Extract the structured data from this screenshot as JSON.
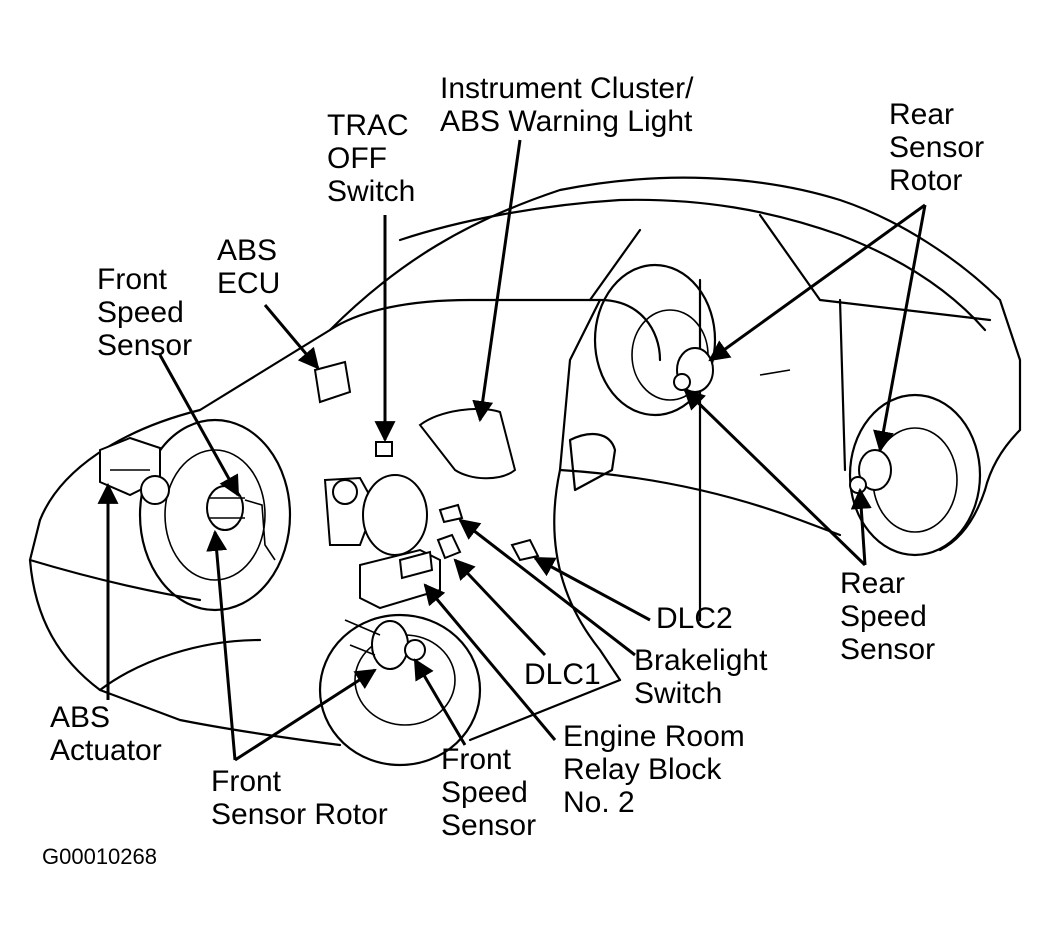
{
  "labels": {
    "instrument_cluster": [
      "Instrument Cluster/",
      "ABS Warning Light"
    ],
    "trac_off_switch": [
      "TRAC",
      "OFF",
      "Switch"
    ],
    "rear_sensor_rotor": [
      "Rear",
      "Sensor",
      "Rotor"
    ],
    "abs_ecu": [
      "ABS",
      "ECU"
    ],
    "front_speed_sensor_left": [
      "Front",
      "Speed",
      "Sensor"
    ],
    "rear_speed_sensor": [
      "Rear",
      "Speed",
      "Sensor"
    ],
    "dlc2": [
      "DLC2"
    ],
    "brakelight_switch": [
      "Brakelight",
      "Switch"
    ],
    "dlc1": [
      "DLC1"
    ],
    "engine_room_relay_block": [
      "Engine Room",
      "Relay Block",
      "No. 2"
    ],
    "abs_actuator": [
      "ABS",
      "Actuator"
    ],
    "front_sensor_rotor": [
      "Front",
      "Sensor Rotor"
    ],
    "front_speed_sensor_bottom": [
      "Front",
      "Speed",
      "Sensor"
    ]
  },
  "figure_code": "G00010268"
}
